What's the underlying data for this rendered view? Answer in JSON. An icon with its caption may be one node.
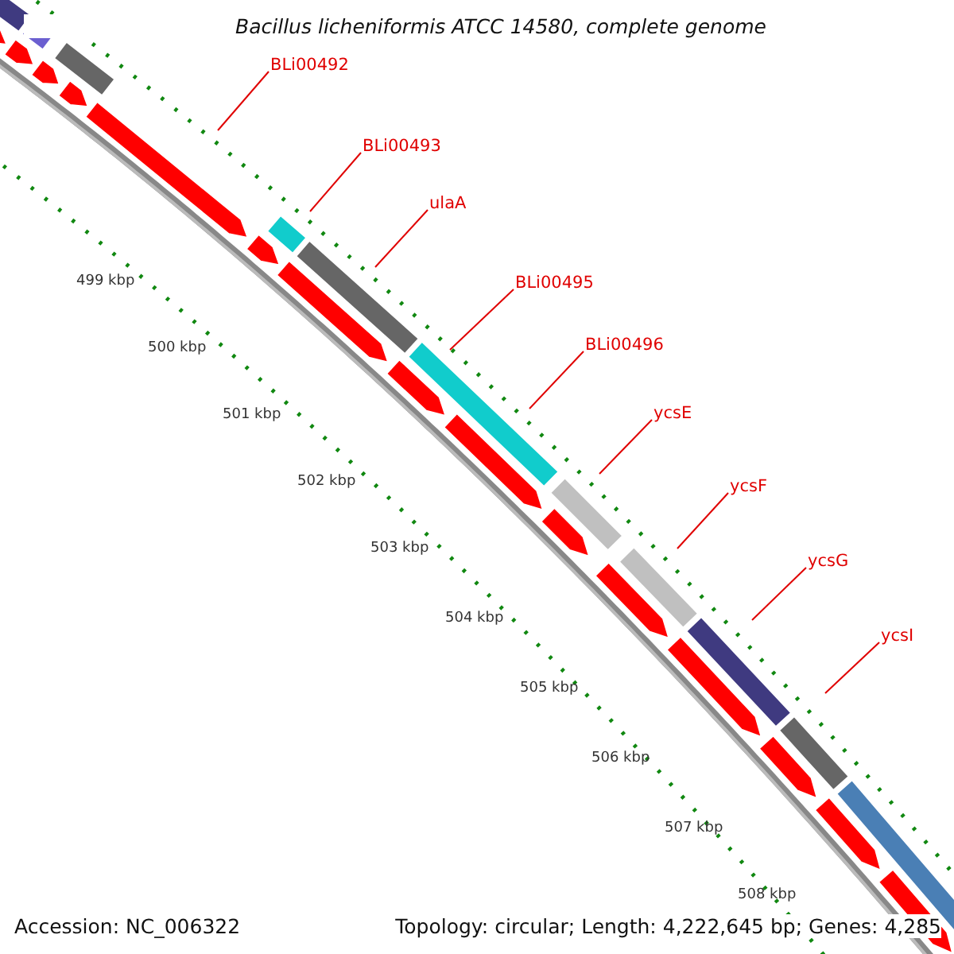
{
  "diagram": {
    "title": "Bacillus licheniformis ATCC 14580, complete genome",
    "nodes": [
      {
        "text": [
          "BLi00492"
        ]
      },
      {
        "text": [
          "BLi00493"
        ]
      },
      {
        "text": [
          "ulaA"
        ]
      },
      {
        "text": [
          "BLi00495"
        ]
      },
      {
        "text": [
          "BLi00496"
        ]
      },
      {
        "text": [
          "ycsE"
        ]
      },
      {
        "text": [
          "ycsF"
        ]
      },
      {
        "text": [
          "ycsG"
        ]
      },
      {
        "text": [
          "ycsI"
        ]
      }
    ],
    "edges": [
      {
        "from": 0,
        "to": null,
        "arrow": "none"
      },
      {
        "from": 1,
        "to": null,
        "arrow": "none"
      },
      {
        "from": 2,
        "to": null,
        "arrow": "none"
      },
      {
        "from": 3,
        "to": null,
        "arrow": "none"
      },
      {
        "from": 4,
        "to": null,
        "arrow": "none"
      },
      {
        "from": 5,
        "to": null,
        "arrow": "none"
      },
      {
        "from": 6,
        "to": null,
        "arrow": "none"
      },
      {
        "from": 7,
        "to": null,
        "arrow": "none"
      },
      {
        "from": 8,
        "to": null,
        "arrow": "none"
      }
    ],
    "labels": [
      "499 kbp",
      "500 kbp",
      "501 kbp",
      "502 kbp",
      "503 kbp",
      "504 kbp",
      "505 kbp",
      "506 kbp",
      "507 kbp",
      "508 kbp",
      "Accession: NC_006322",
      "Topology: circular; Length: 4,222,645 bp; Genes: 4,285"
    ]
  }
}
